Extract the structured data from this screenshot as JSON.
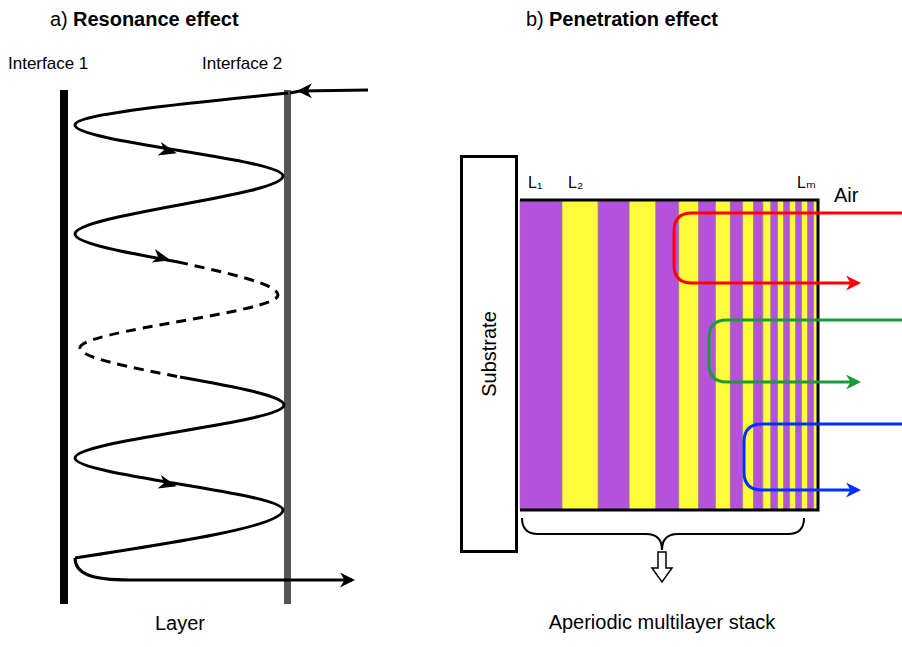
{
  "diagram": {
    "nodes": [
      {
        "text": [
          "Substrate"
        ]
      }
    ],
    "labels": [
      "a)",
      "Resonance effect",
      "b)",
      "Penetration effect",
      "Interface 1",
      "Interface 2",
      "Layer",
      "L₁",
      "L₂",
      "Lₘ",
      "Air",
      "Aperiodic multilayer stack"
    ]
  }
}
